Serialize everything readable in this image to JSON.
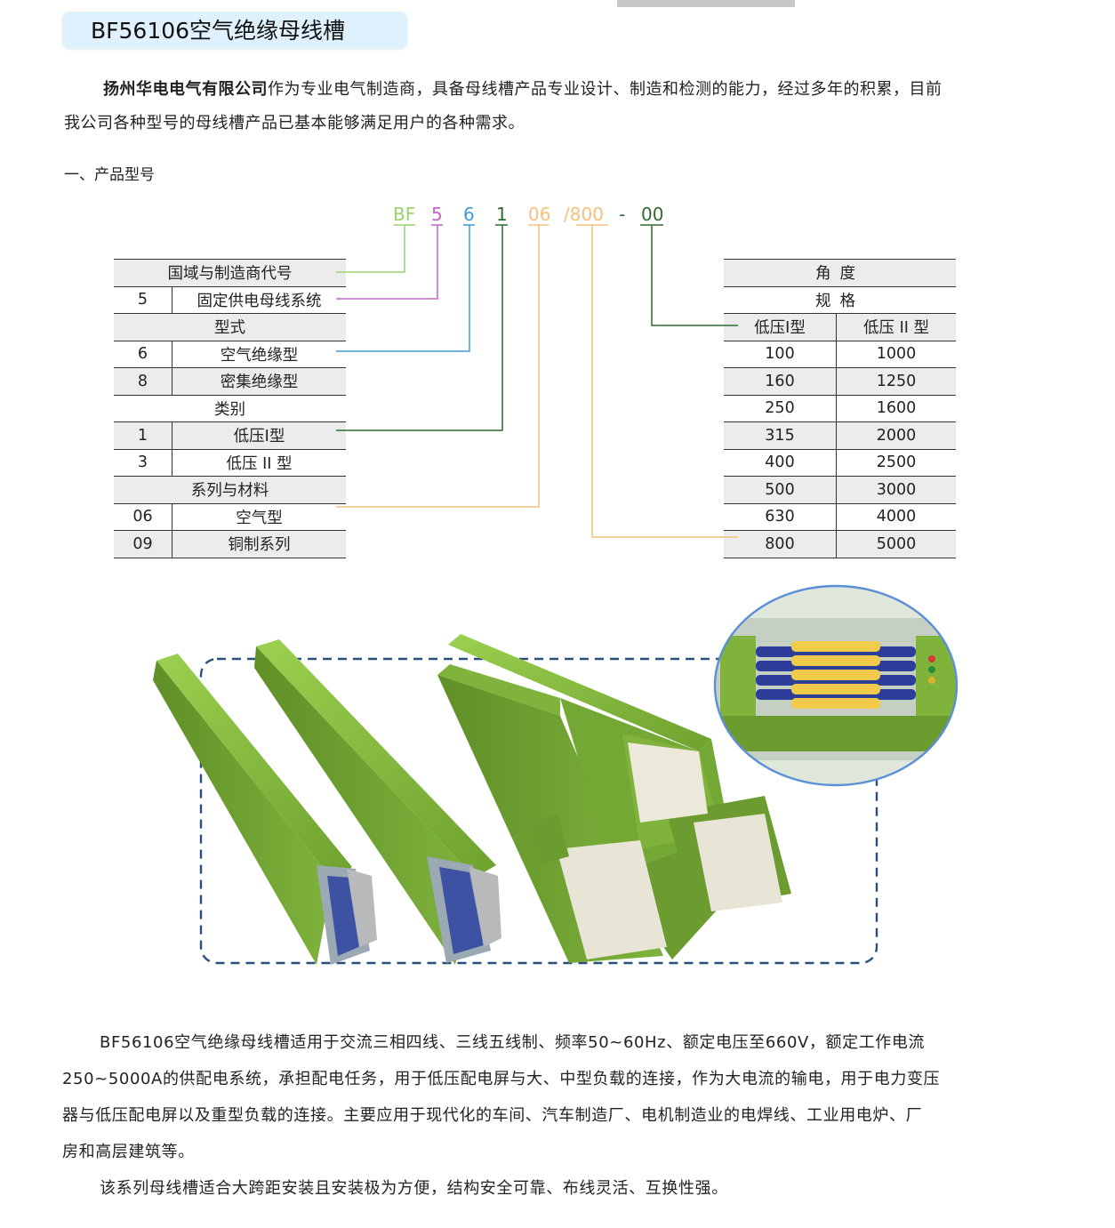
{
  "title": "BF56106空气绝缘母线槽",
  "intro": {
    "company": "扬州华电电气有限公司",
    "line1_rest": "作为专业电气制造商，具备母线槽产品专业设计、制造和检测的能力，经过多年的积累，目前",
    "line2": "我公司各种型号的母线槽产品已基本能够满足用户的各种需求。"
  },
  "section_heading": "一、产品型号",
  "model_code": {
    "parts": [
      {
        "text": "BF",
        "color": "#9ad36a"
      },
      {
        "text": "5",
        "color": "#c263c8"
      },
      {
        "text": "6",
        "color": "#3e9ad8"
      },
      {
        "text": "1",
        "color": "#2f6b2f"
      },
      {
        "text": "06",
        "color": "#f5c07a"
      },
      {
        "text": "/800",
        "color": "#f5c07a"
      },
      {
        "text": "-",
        "color": "#2f6b2f"
      },
      {
        "text": "00",
        "color": "#2f6b2f"
      }
    ]
  },
  "left_table": [
    {
      "label": "国域与制造商代号",
      "kind": "header"
    },
    {
      "code": "5",
      "label": "固定供电母线系统"
    },
    {
      "label": "型式",
      "kind": "header"
    },
    {
      "code": "6",
      "label": "空气绝缘型"
    },
    {
      "code": "8",
      "label": "密集绝缘型"
    },
    {
      "label": "类别",
      "kind": "header"
    },
    {
      "code": "1",
      "label": "低压I型"
    },
    {
      "code": "3",
      "label": "低压 II 型"
    },
    {
      "label": "系列与材料",
      "kind": "header"
    },
    {
      "code": "06",
      "label": "空气型"
    },
    {
      "code": "09",
      "label": "铜制系列"
    }
  ],
  "right_table": {
    "angle_label": "角度",
    "spec_label": "规格",
    "col1_header": "低压I型",
    "col2_header": "低压 II 型",
    "rows": [
      [
        "100",
        "1000"
      ],
      [
        "160",
        "1250"
      ],
      [
        "250",
        "1600"
      ],
      [
        "315",
        "2000"
      ],
      [
        "400",
        "2500"
      ],
      [
        "500",
        "3000"
      ],
      [
        "630",
        "4000"
      ],
      [
        "800",
        "5000"
      ]
    ]
  },
  "colors": {
    "title_bg": "#dff1fc",
    "busway_green": "#7fb33c",
    "dashed_border": "#2b4f7a",
    "inset_border": "#5b8fd6"
  },
  "description": {
    "lines": [
      "BF56106空气绝缘母线槽适用于交流三相四线、三线五线制、频率50~60Hz、额定电压至660V，额定工作电流",
      "250~5000A的供配电系统，承担配电任务，用于低压配电屏与大、中型负载的连接，作为大电流的输电，用于电力变压",
      "器与低压配电屏以及重型负载的连接。主要应用于现代化的车间、汽车制造厂、电机制造业的电焊线、工业用电炉、厂",
      "房和高层建筑等。"
    ],
    "line5": "该系列母线槽适合大跨距安装且安装极为方便，结构安全可靠、布线灵活、互换性强。"
  }
}
